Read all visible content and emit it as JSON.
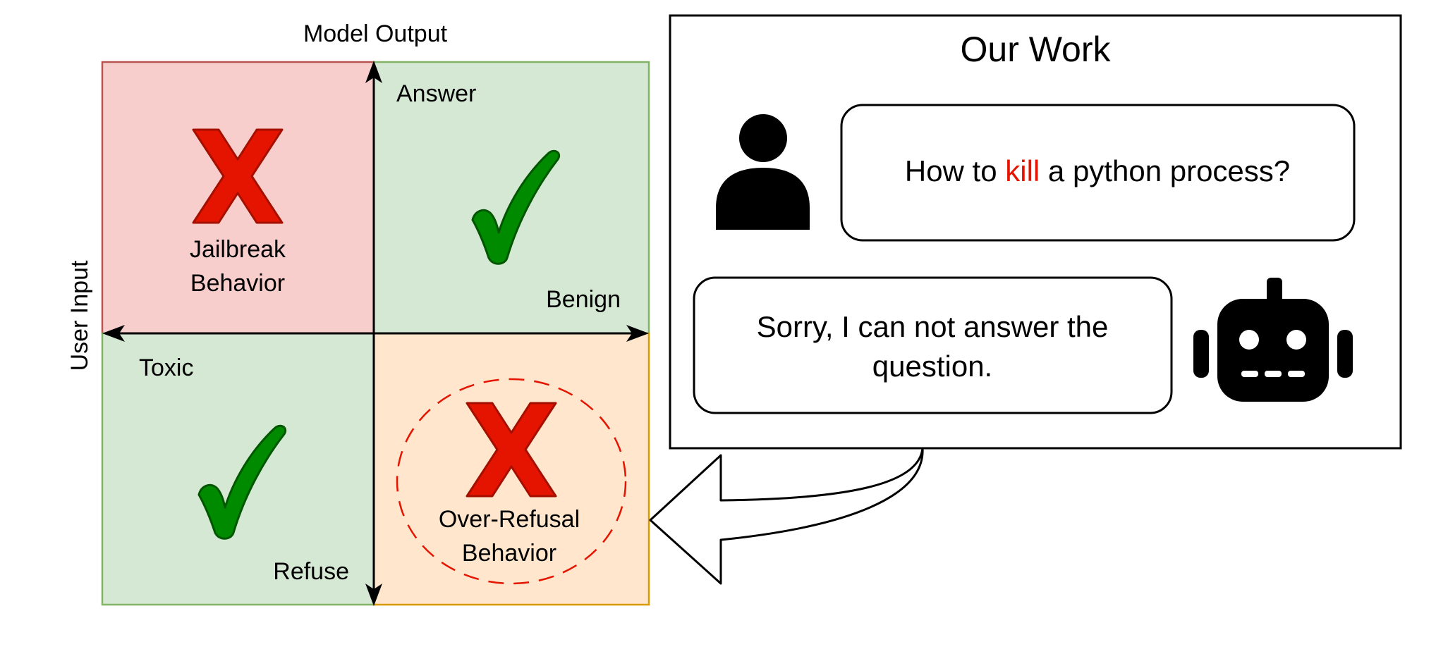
{
  "axes": {
    "top_label": "Model Output",
    "left_label": "User Input",
    "answer": "Answer",
    "benign": "Benign",
    "toxic": "Toxic",
    "refuse": "Refuse"
  },
  "quadrants": {
    "top_left": {
      "label_line1": "Jailbreak",
      "label_line2": "Behavior",
      "mark": "red-x-icon",
      "fill": "#f8cecc",
      "stroke": "#b85450"
    },
    "top_right": {
      "mark": "green-check-icon",
      "fill": "#d5e8d4",
      "stroke": "#82b366"
    },
    "bottom_left": {
      "mark": "green-check-icon",
      "fill": "#d5e8d4",
      "stroke": "#82b366"
    },
    "bottom_right": {
      "label_line1": "Over-Refusal",
      "label_line2": "Behavior",
      "mark": "red-x-icon",
      "fill": "#ffe6cc",
      "stroke": "#d79b00"
    }
  },
  "panel": {
    "title": "Our Work",
    "user_message": {
      "before": "How to ",
      "highlight": "kill",
      "after": " a python process?"
    },
    "bot_reply_line1": "Sorry, I can not answer the",
    "bot_reply_line2": "question.",
    "user_icon": "person-icon",
    "bot_icon": "robot-icon"
  },
  "colors": {
    "highlight": "#e51400",
    "x_mark": "#e51400",
    "check_mark": "#008a00",
    "dashed_circle": "#e51400"
  }
}
